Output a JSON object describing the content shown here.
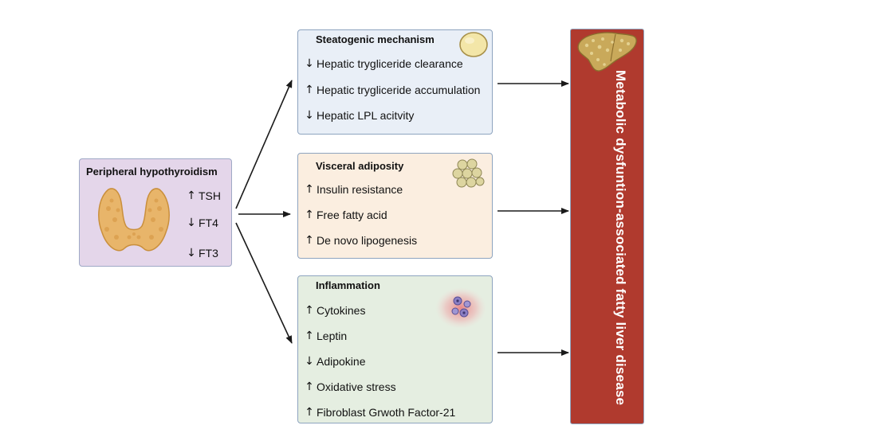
{
  "hypothyroidism": {
    "title": "Peripheral hypothyroidism",
    "items": [
      {
        "dir": "up",
        "label": "TSH"
      },
      {
        "dir": "down",
        "label": "FT4"
      },
      {
        "dir": "down",
        "label": "FT3"
      }
    ]
  },
  "steatogenic": {
    "title": "Steatogenic mechanism",
    "items": [
      {
        "dir": "down",
        "label": "Hepatic trygliceride clearance"
      },
      {
        "dir": "up",
        "label": "Hepatic trygliceride accumulation"
      },
      {
        "dir": "down",
        "label": "Hepatic LPL acitvity"
      }
    ]
  },
  "visceral": {
    "title": "Visceral adiposity",
    "items": [
      {
        "dir": "up",
        "label": "Insulin resistance"
      },
      {
        "dir": "up",
        "label": "Free fatty acid"
      },
      {
        "dir": "up",
        "label": "De novo lipogenesis"
      }
    ]
  },
  "inflammation": {
    "title": "Inflammation",
    "items": [
      {
        "dir": "up",
        "label": "Cytokines"
      },
      {
        "dir": "up",
        "label": "Leptin"
      },
      {
        "dir": "down",
        "label": "Adipokine"
      },
      {
        "dir": "up",
        "label": "Oxidative stress"
      },
      {
        "dir": "up",
        "label": "Fibroblast Grwoth Factor-21"
      }
    ]
  },
  "outcome": {
    "title": "Metabolic dysfuntion-associated fatty liver disease"
  },
  "colors": {
    "outcome_bg": "#b03a2e",
    "thyroid": "#e8b56a",
    "liver": "#c9a95a"
  },
  "icons": {
    "thyroid": "thyroid-gland-icon",
    "fat_droplet": "lipid-droplet-icon",
    "adipocytes": "adipocyte-cluster-icon",
    "immune_cells": "inflamed-cells-icon",
    "liver": "fatty-liver-icon"
  }
}
